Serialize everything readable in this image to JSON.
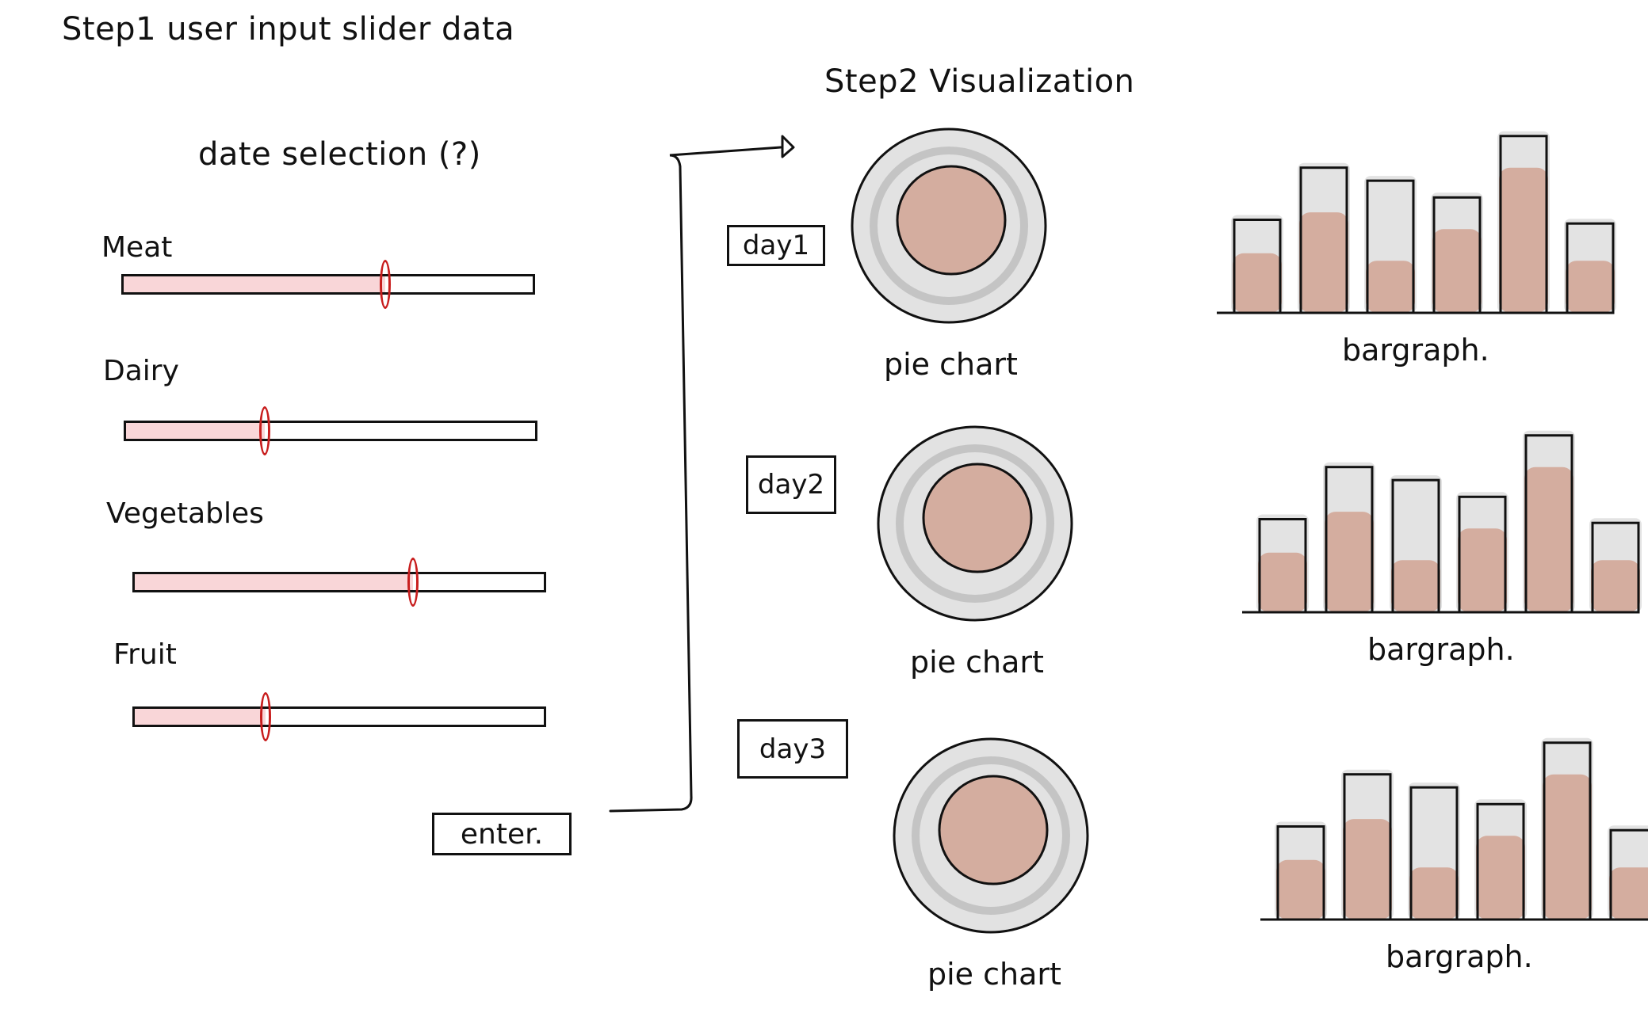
{
  "header": {
    "step1_title": "Step1  user input  slider data",
    "step2_title": "Step2  Visualization"
  },
  "date_selection": {
    "label": "date selection (?)"
  },
  "sliders": [
    {
      "label": "Meat",
      "value": 0.64
    },
    {
      "label": "Dairy",
      "value": 0.34
    },
    {
      "label": "Vegetables",
      "value": 0.68
    },
    {
      "label": "Fruit",
      "value": 0.32
    }
  ],
  "enter_button": {
    "label": "enter."
  },
  "days": [
    {
      "label": "day1",
      "pie_caption": "pie chart",
      "bar_caption": "bargraph.",
      "bars": [
        0.5,
        0.78,
        0.71,
        0.62,
        0.95,
        0.48
      ],
      "fills": [
        0.32,
        0.54,
        0.28,
        0.45,
        0.78,
        0.28
      ]
    },
    {
      "label": "day2",
      "pie_caption": "pie chart",
      "bar_caption": "bargraph.",
      "bars": [
        0.5,
        0.78,
        0.71,
        0.62,
        0.95,
        0.48
      ],
      "fills": [
        0.32,
        0.54,
        0.28,
        0.45,
        0.78,
        0.28
      ]
    },
    {
      "label": "day3",
      "pie_caption": "pie chart",
      "bar_caption": "bargraph.",
      "bars": [
        0.5,
        0.78,
        0.71,
        0.62,
        0.95,
        0.48
      ],
      "fills": [
        0.32,
        0.54,
        0.28,
        0.45,
        0.78,
        0.28
      ]
    }
  ],
  "colors": {
    "ink": "#111111",
    "slider_fill": "#f9d6d8",
    "thumb": "#c81e1e",
    "pie_outer": "#d9d9d9",
    "pie_inner": "#d4ad9f",
    "bar_shadow": "#e3e3e3"
  }
}
